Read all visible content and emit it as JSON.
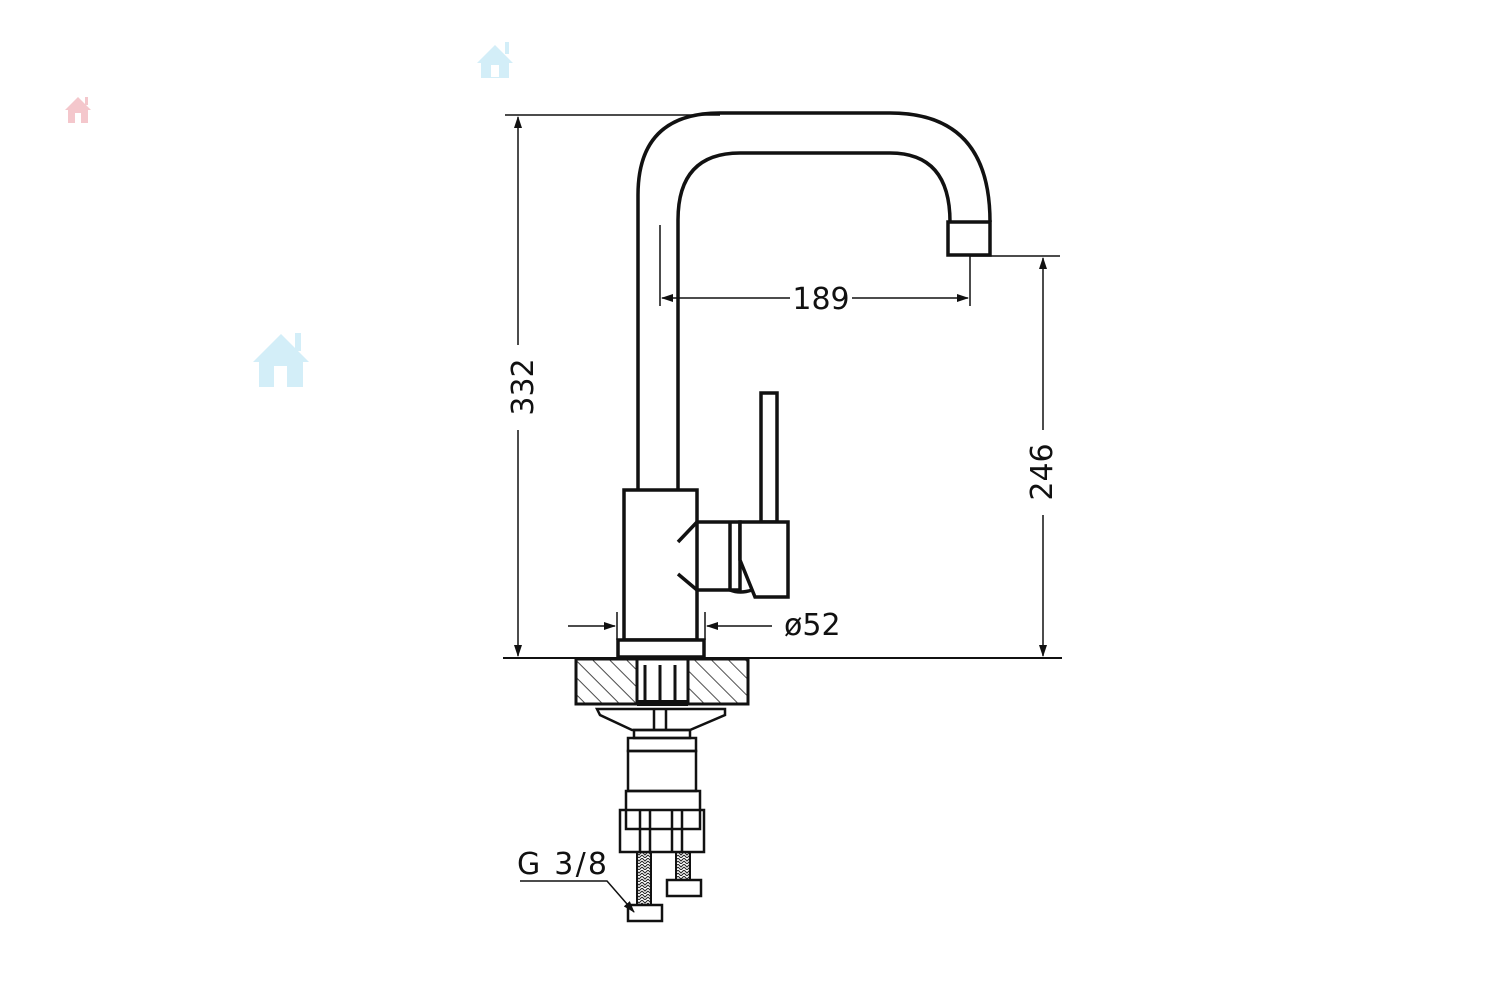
{
  "dimensions": {
    "total_height": "332",
    "spout_height": "246",
    "spout_reach": "189",
    "base_diameter": "ø52",
    "connection_thread": "G 3/8"
  },
  "colors": {
    "line": "#111111",
    "watermark_pink": "#f4c7cc",
    "watermark_blue": "#d3eef8"
  }
}
